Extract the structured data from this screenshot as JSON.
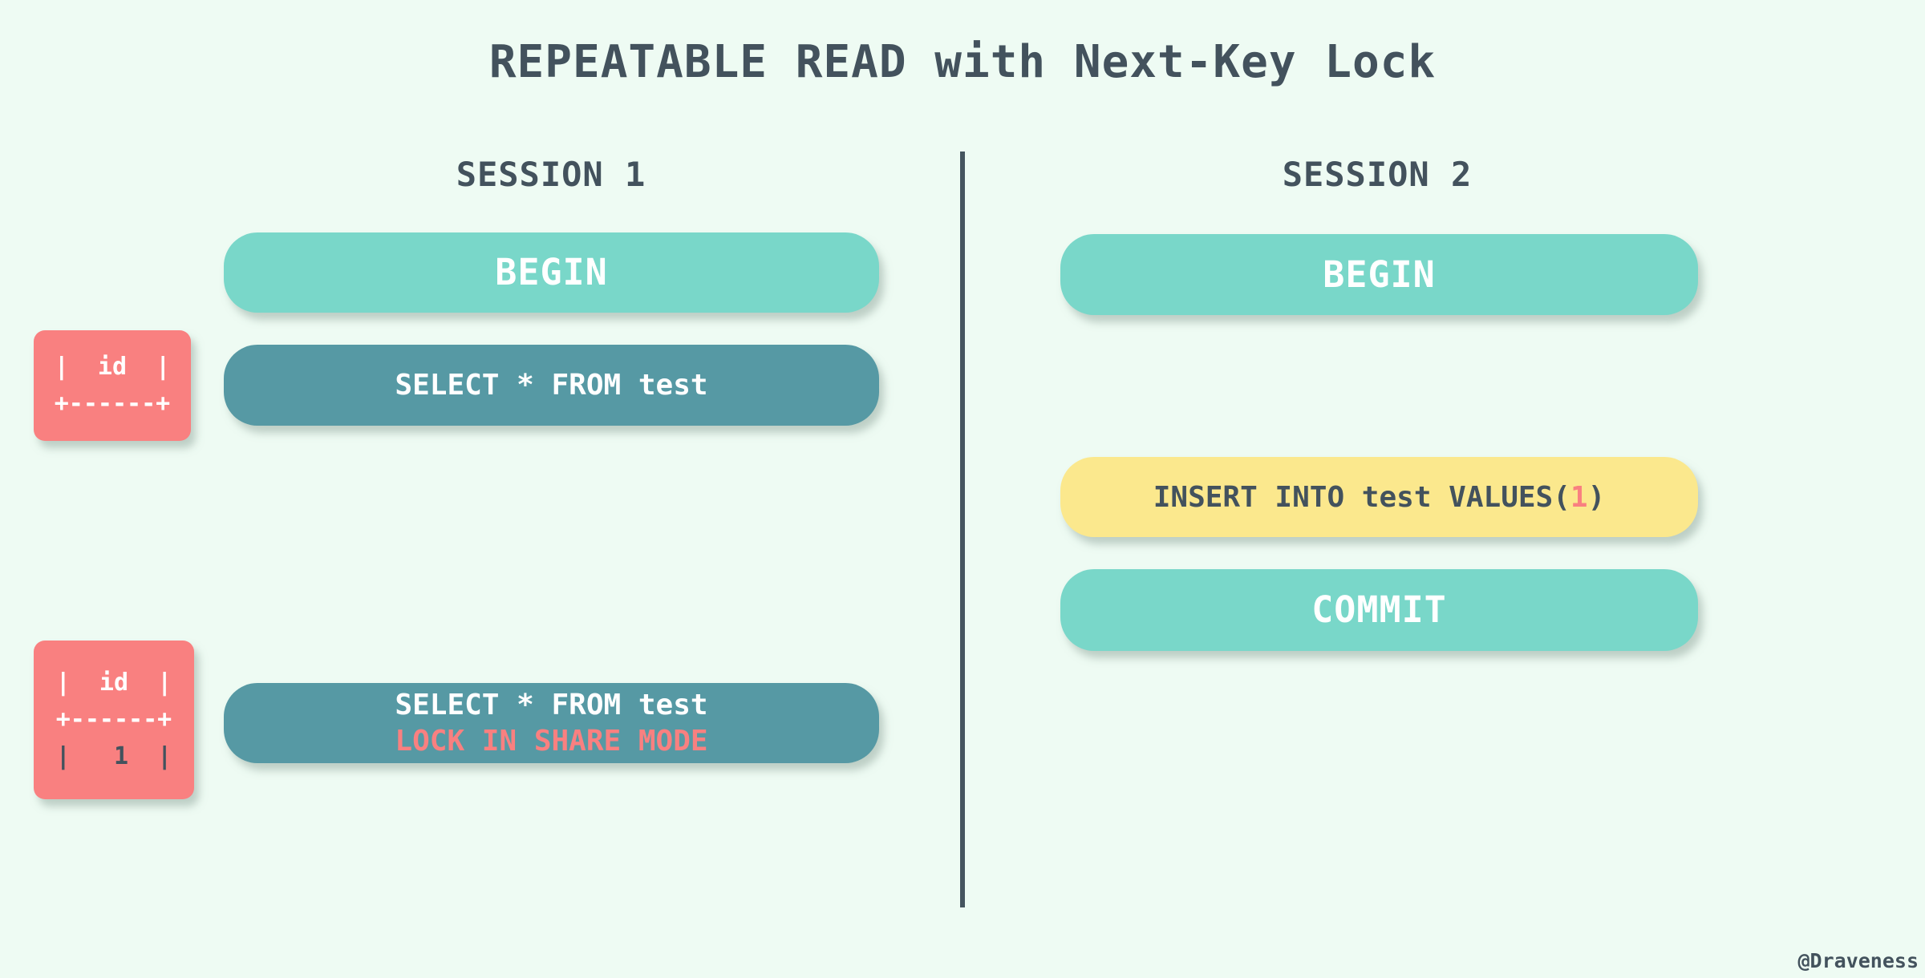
{
  "title": "REPEATABLE READ with Next-Key Lock",
  "attribution": "@Draveness",
  "colors": {
    "background": "#eefbf3",
    "slate_text": "#43525d",
    "divider": "#45555f",
    "teal_pill": "#79d7c9",
    "dark_teal_pill": "#5699a4",
    "yellow_pill": "#fbe88d",
    "salmon": "#f98080",
    "white_text": "#ffffff"
  },
  "session1": {
    "label": "SESSION 1",
    "begin": "BEGIN",
    "select1": "SELECT * FROM test",
    "select2_line1": "SELECT * FROM test",
    "select2_line2": "LOCK IN SHARE MODE"
  },
  "session2": {
    "label": "SESSION 2",
    "begin": "BEGIN",
    "insert_prefix": "INSERT INTO test VALUES(",
    "insert_value": "1",
    "insert_suffix": ")",
    "commit": "COMMIT"
  },
  "result_box_1": {
    "line1": "|  id  |",
    "line2": "+------+"
  },
  "result_box_2": {
    "line1": "|  id  |",
    "line2": "+------+",
    "line3": "|   1  |"
  }
}
